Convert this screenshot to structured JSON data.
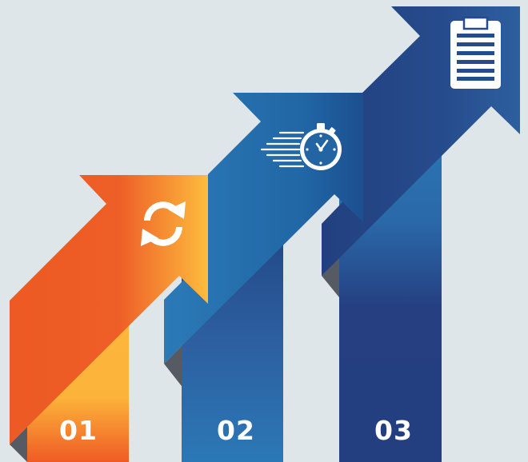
{
  "background_color": "#dfe6ea",
  "steps": [
    {
      "number": "01",
      "icon": "refresh-icon",
      "colors": {
        "arrow_start": "#ee5a24",
        "arrow_end": "#fdba3d",
        "column": "#f26628"
      }
    },
    {
      "number": "02",
      "icon": "stopwatch-icon",
      "colors": {
        "arrow_start": "#2270ad",
        "arrow_end": "#1e5796",
        "column": "#25508e"
      }
    },
    {
      "number": "03",
      "icon": "clipboard-icon",
      "colors": {
        "arrow_start": "#243f80",
        "arrow_end": "#2a5c9c",
        "column": "#284a89"
      }
    }
  ]
}
